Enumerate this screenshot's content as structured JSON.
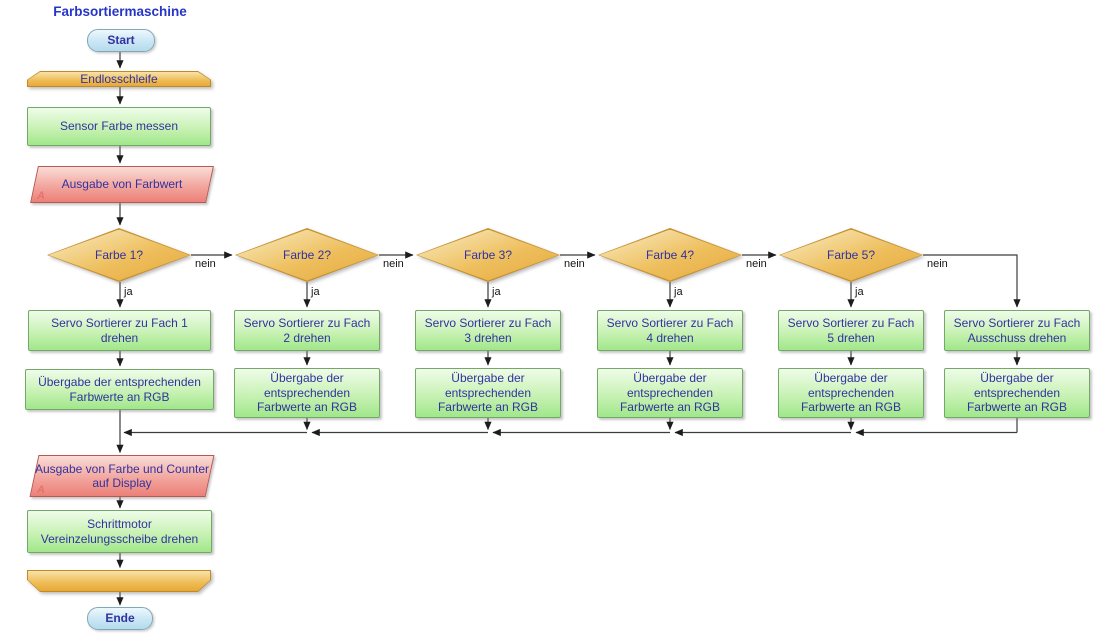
{
  "title": "Farbsortiermaschine",
  "terminals": {
    "start": "Start",
    "end": "Ende"
  },
  "loop": {
    "begin": "Endlosschleife"
  },
  "nodes": {
    "sensor": "Sensor Farbe messen",
    "io_farbwert": "Ausgabe von Farbwert",
    "io_display": "Ausgabe von Farbe und Counter auf Display",
    "stepper": "Schrittmotor Vereinzelungsscheibe drehen",
    "io_marker": "A"
  },
  "edge_labels": {
    "yes": "ja",
    "no": "nein"
  },
  "columns": [
    {
      "decision": "Farbe 1?",
      "servo": "Servo Sortierer zu Fach 1 drehen",
      "transfer": "Übergabe der entsprechenden Farbwerte an RGB"
    },
    {
      "decision": "Farbe 2?",
      "servo": "Servo Sortierer zu Fach 2 drehen",
      "transfer": "Übergabe der entsprechenden Farbwerte an RGB"
    },
    {
      "decision": "Farbe 3?",
      "servo": "Servo Sortierer zu Fach 3 drehen",
      "transfer": "Übergabe der entsprechenden Farbwerte an RGB"
    },
    {
      "decision": "Farbe 4?",
      "servo": "Servo Sortierer zu Fach 4 drehen",
      "transfer": "Übergabe der entsprechenden Farbwerte an RGB"
    },
    {
      "decision": "Farbe 5?",
      "servo": "Servo Sortierer zu Fach 5 drehen",
      "transfer": "Übergabe der entsprechenden Farbwerte an RGB"
    },
    {
      "decision": "",
      "servo": "Servo Sortierer zu Fach Ausschuss drehen",
      "transfer": "Übergabe der entsprechenden Farbwerte an RGB"
    }
  ],
  "colors": {
    "process_fill": "#a0e78a",
    "decision_fill": "#e5a93c",
    "io_fill": "#ec8078",
    "terminal_fill": "#b4dbee",
    "loop_fill": "#e8a838",
    "node_text": "#3232a0",
    "title_text": "#2635c8",
    "line": "#3c3c3c"
  }
}
